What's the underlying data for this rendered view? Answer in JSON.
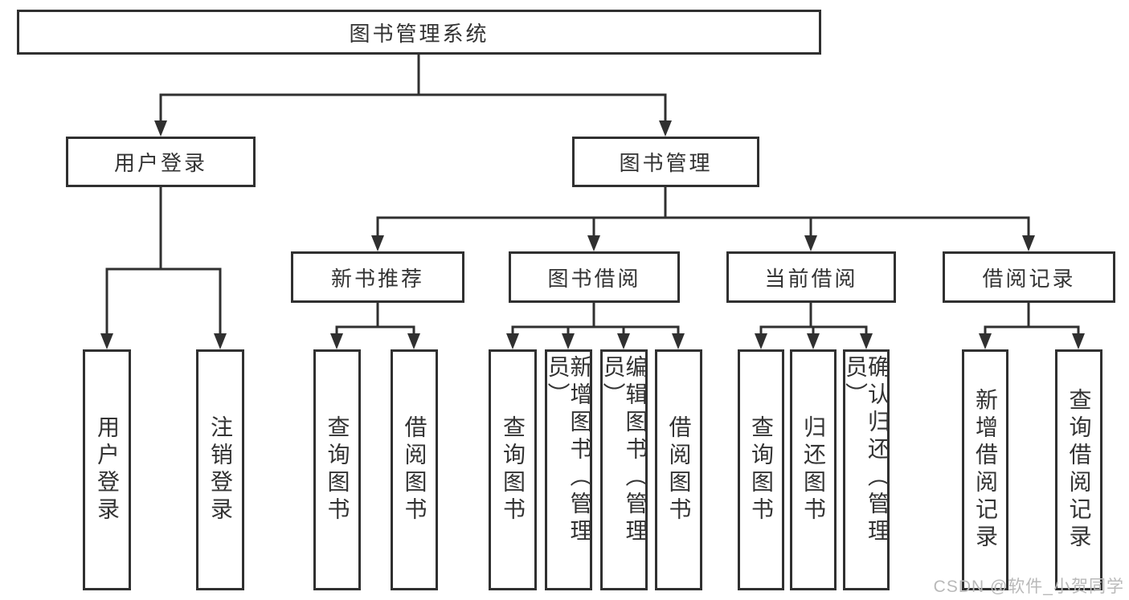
{
  "tree": {
    "label": "图书管理系统",
    "children": [
      {
        "label": "用户登录",
        "children": [
          {
            "label": "用户登录"
          },
          {
            "label": "注销登录"
          }
        ]
      },
      {
        "label": "图书管理",
        "children": [
          {
            "label": "新书推荐",
            "children": [
              {
                "label": "查询图书"
              },
              {
                "label": "借阅图书"
              }
            ]
          },
          {
            "label": "图书借阅",
            "children": [
              {
                "label": "查询图书"
              },
              {
                "label": "新增图书（管理员）"
              },
              {
                "label": "编辑图书（管理员）"
              },
              {
                "label": "借阅图书"
              }
            ]
          },
          {
            "label": "当前借阅",
            "children": [
              {
                "label": "查询图书"
              },
              {
                "label": "归还图书"
              },
              {
                "label": "确认归还（管理员）"
              }
            ]
          },
          {
            "label": "借阅记录",
            "children": [
              {
                "label": "新增借阅记录"
              },
              {
                "label": "查询借阅记录"
              }
            ]
          }
        ]
      }
    ]
  },
  "watermark": {
    "text": "CSDN @软件_小贺同学"
  },
  "colors": {
    "line": "#303030",
    "box_fill": "#ffffff",
    "text": "#333333",
    "watermark": "#b9b9b9",
    "background": "#ffffff"
  }
}
